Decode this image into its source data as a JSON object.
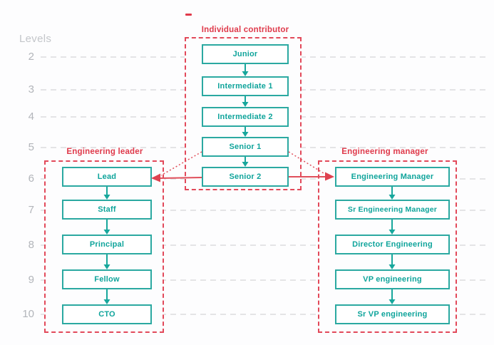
{
  "axis": {
    "label": "Levels",
    "ticks": [
      "2",
      "3",
      "4",
      "5",
      "6",
      "7",
      "8",
      "9",
      "10"
    ]
  },
  "tracks": {
    "individual_contributor": {
      "title": "Individual contributor",
      "levels": [
        "Junior",
        "Intermediate 1",
        "Intermediate 2",
        "Senior 1",
        "Senior 2"
      ]
    },
    "engineering_leader": {
      "title": "Engineering leader",
      "levels": [
        "Lead",
        "Staff",
        "Principal",
        "Fellow",
        "CTO"
      ]
    },
    "engineering_manager": {
      "title": "Engineering manager",
      "levels": [
        "Engineering Manager",
        "Sr Engineering Manager",
        "Director Engineering",
        "VP engineering",
        "Sr VP engineering"
      ]
    }
  },
  "colors": {
    "track_border_red": "#e2495a",
    "title_red": "#df3a4b",
    "node_border_teal": "#2ba9a1",
    "node_text_teal": "#0fa49b",
    "arrow_teal": "#17a79c",
    "promotion_arrow_red": "#e04f5b",
    "grid_gray": "#dfdfe2",
    "level_text_gray": "#b2b5ba"
  }
}
